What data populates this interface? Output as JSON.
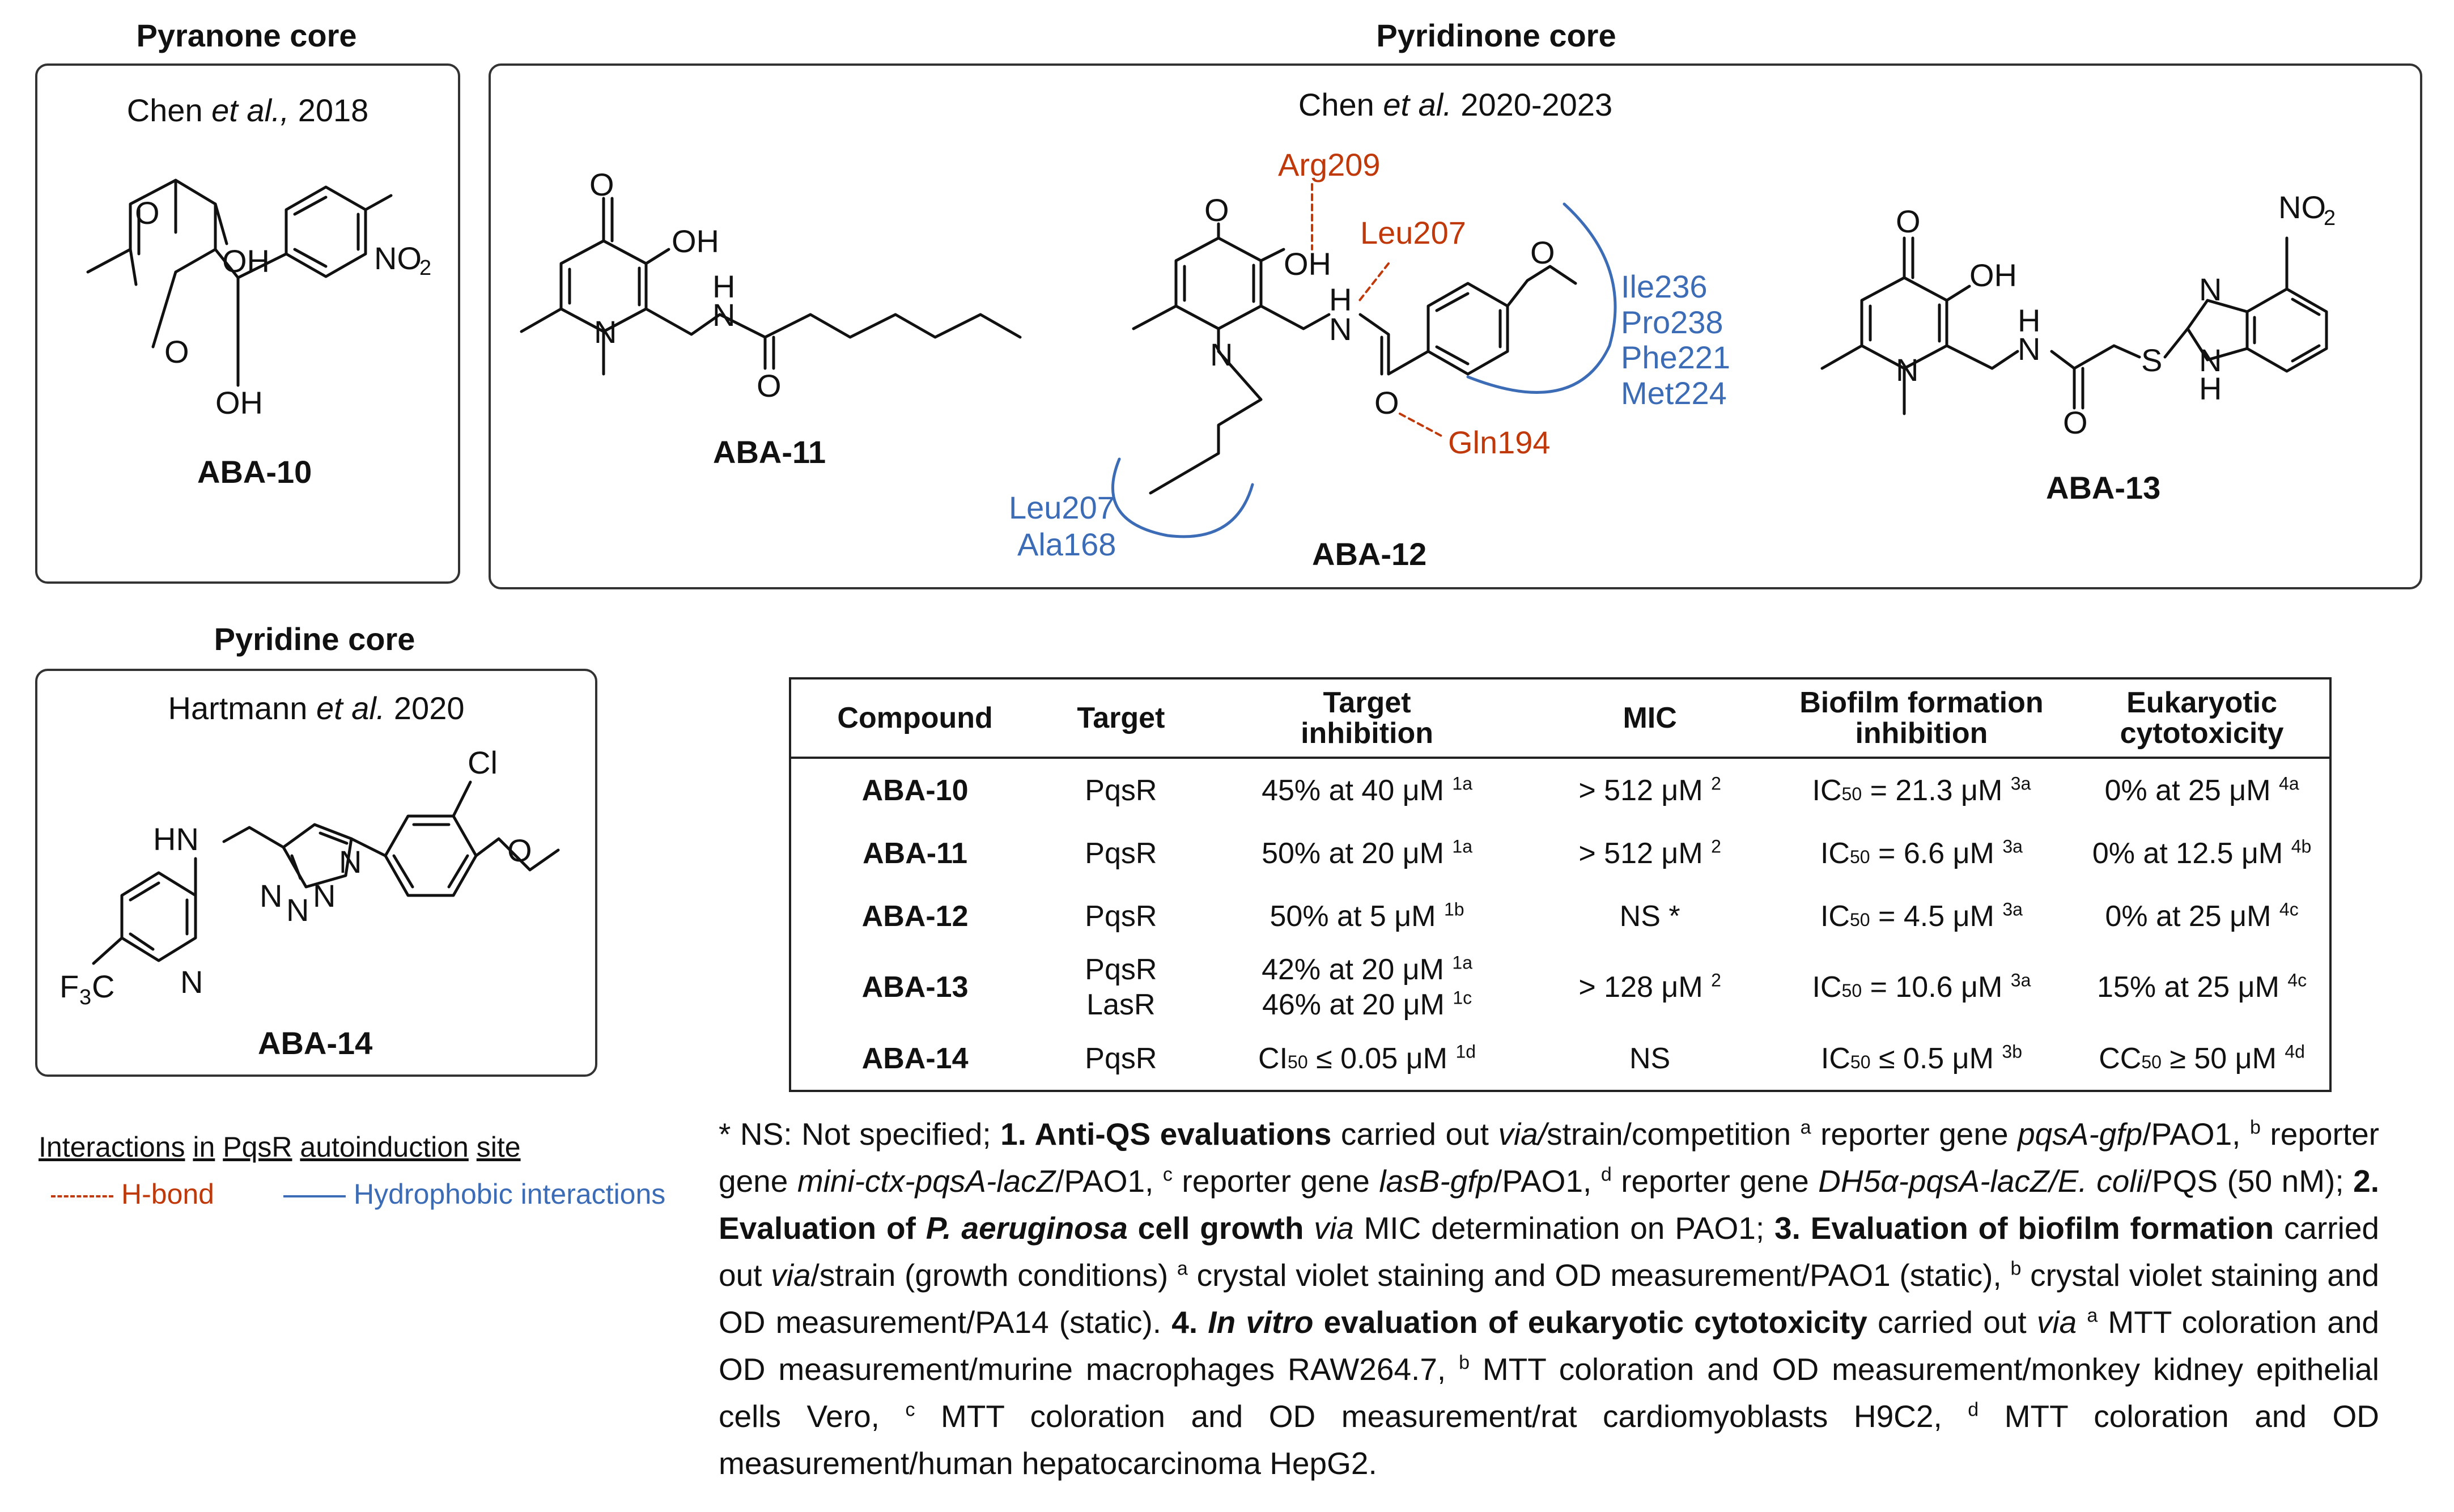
{
  "headers": {
    "pyranone": "Pyranone core",
    "pyridinone": "Pyridinone core",
    "pyridine": "Pyridine core"
  },
  "citations": {
    "pyranone": {
      "author": "Chen",
      "etal": "et al.,",
      "year": "2018"
    },
    "pyridinone": {
      "author": "Chen",
      "etal": "et al.",
      "year": "2020-2023"
    },
    "pyridine": {
      "author": "Hartmann",
      "etal": "et al.",
      "year": "2020"
    }
  },
  "compounds": {
    "aba10": "ABA-10",
    "aba11": "ABA-11",
    "aba12": "ABA-12",
    "aba13": "ABA-13",
    "aba14": "ABA-14"
  },
  "atoms": {
    "O": "O",
    "OH": "OH",
    "N": "N",
    "H": "H",
    "HN": "HN",
    "NO2": "NO",
    "sub2": "2",
    "Cl": "Cl",
    "F3C": "F",
    "sub3": "3",
    "C": "C",
    "S": "S"
  },
  "interactions": {
    "hbond": [
      "Arg209",
      "Leu207",
      "Gln194"
    ],
    "hydrophobic_right": [
      "Ile236",
      "Pro238",
      "Phe221",
      "Met224"
    ],
    "hydrophobic_left": [
      "Leu207",
      "Ala168"
    ]
  },
  "legend": {
    "title_parts": [
      "Interactions",
      "in",
      "PqsR",
      "autoinduction",
      "site"
    ],
    "hbond": "H-bond",
    "hydrophobic": "Hydrophobic interactions",
    "hbond_color": "#c0390b",
    "hydrophobic_color": "#3c6cb5"
  },
  "table": {
    "headers": [
      [
        "Compound"
      ],
      [
        "Target"
      ],
      [
        "Target",
        "inhibition"
      ],
      [
        "MIC"
      ],
      [
        "Biofilm formation",
        "inhibition"
      ],
      [
        "Eukaryotic",
        "cytotoxicity"
      ]
    ],
    "rows": [
      {
        "compound": "ABA-10",
        "target": "PqsR",
        "inhibition": "45% at 40 μM",
        "inh_sup": "1a",
        "mic": "> 512 μM",
        "mic_sup": "2",
        "biofilm_pre": "IC",
        "biofilm_sub": "50",
        "biofilm": "= 21.3 μM",
        "bio_sup": "3a",
        "cyto_pre": "",
        "cyto_sub": "",
        "cyto": "0% at 25 μM",
        "cyto_sup": "4a"
      },
      {
        "compound": "ABA-11",
        "target": "PqsR",
        "inhibition": "50% at 20 μM",
        "inh_sup": "1a",
        "mic": "> 512 μM",
        "mic_sup": "2",
        "biofilm_pre": "IC",
        "biofilm_sub": "50",
        "biofilm": "= 6.6 μM",
        "bio_sup": "3a",
        "cyto_pre": "",
        "cyto_sub": "",
        "cyto": "0% at 12.5 μM",
        "cyto_sup": "4b"
      },
      {
        "compound": "ABA-12",
        "target": "PqsR",
        "inhibition": "50% at 5 μM",
        "inh_sup": "1b",
        "mic": "NS *",
        "mic_sup": "",
        "biofilm_pre": "IC",
        "biofilm_sub": "50",
        "biofilm": "= 4.5 μM",
        "bio_sup": "3a",
        "cyto_pre": "",
        "cyto_sub": "",
        "cyto": "0% at 25 μM",
        "cyto_sup": "4c"
      },
      {
        "compound": "ABA-13",
        "target": "PqsR",
        "target2": "LasR",
        "inhibition": "42% at 20 μM",
        "inh_sup": "1a",
        "inhibition2": "46% at 20 μM",
        "inh_sup2": "1c",
        "mic": "> 128 μM",
        "mic_sup": "2",
        "biofilm_pre": "IC",
        "biofilm_sub": "50",
        "biofilm": "= 10.6 μM",
        "bio_sup": "3a",
        "cyto_pre": "",
        "cyto_sub": "",
        "cyto": "15% at 25 μM",
        "cyto_sup": "4c"
      },
      {
        "compound": "ABA-14",
        "target": "PqsR",
        "inhibition_pre": "CI",
        "inhibition_sub": "50",
        "inhibition": "≤ 0.05 μM",
        "inh_sup": "1d",
        "mic": "NS",
        "mic_sup": "",
        "biofilm_pre": "IC",
        "biofilm_sub": "50",
        "biofilm": "≤ 0.5 μM",
        "bio_sup": "3b",
        "cyto_pre": "CC",
        "cyto_sub": "50",
        "cyto": "≥ 50 μM",
        "cyto_sup": "4d"
      }
    ]
  },
  "footnote": {
    "p0": "* NS: Not specified; ",
    "b1": "1. Anti-QS evaluations",
    "p1": " carried out ",
    "i1": "via/",
    "p2": "strain/competition ",
    "s_a": "a",
    "p3": " reporter gene ",
    "i2": "pqsA-gfp",
    "p4": "/PAO1, ",
    "s_b": "b",
    "p5": " reporter gene ",
    "i3": "mini-ctx-pqsA-lacZ",
    "p6": "/PAO1, ",
    "s_c": "c",
    "p7": " reporter gene ",
    "i4": "lasB-gfp",
    "p8": "/PAO1, ",
    "s_d": "d",
    "p9": " reporter gene ",
    "i5": "DH5α-pqsA-lacZ/E. coli",
    "p10": "/PQS (50 nM); ",
    "b2": "2. Evaluation of ",
    "bi2": "P. aeruginosa",
    "b2b": " cell growth ",
    "i6": "via",
    "p11": " MIC determination on PAO1; ",
    "b3": "3. Evaluation of biofilm formation",
    "p12": " carried out ",
    "i7": "via",
    "p13": "/strain (growth conditions) ",
    "s_a2": "a",
    "p14": " crystal violet staining and OD measurement/PAO1 (static), ",
    "s_b2": "b",
    "p15": " crystal violet staining and OD measurement/PA14 (static). ",
    "b4": "4. ",
    "bi4": "In vitro",
    "b4b": " evaluation of eukaryotic cytotoxicity",
    "p16": " carried out ",
    "i8": "via",
    "p17": " ",
    "s_a3": "a",
    "p18": " MTT coloration and OD measurement/murine macrophages RAW264.7, ",
    "s_b3": "b",
    "p19": " MTT coloration and OD measurement/monkey kidney epithelial cells Vero, ",
    "s_c3": "c",
    "p20": " MTT coloration and OD measurement/rat cardiomyoblasts H9C2, ",
    "s_d3": "d",
    "p21": " MTT coloration and OD measurement/human hepatocarcinoma HepG2."
  }
}
